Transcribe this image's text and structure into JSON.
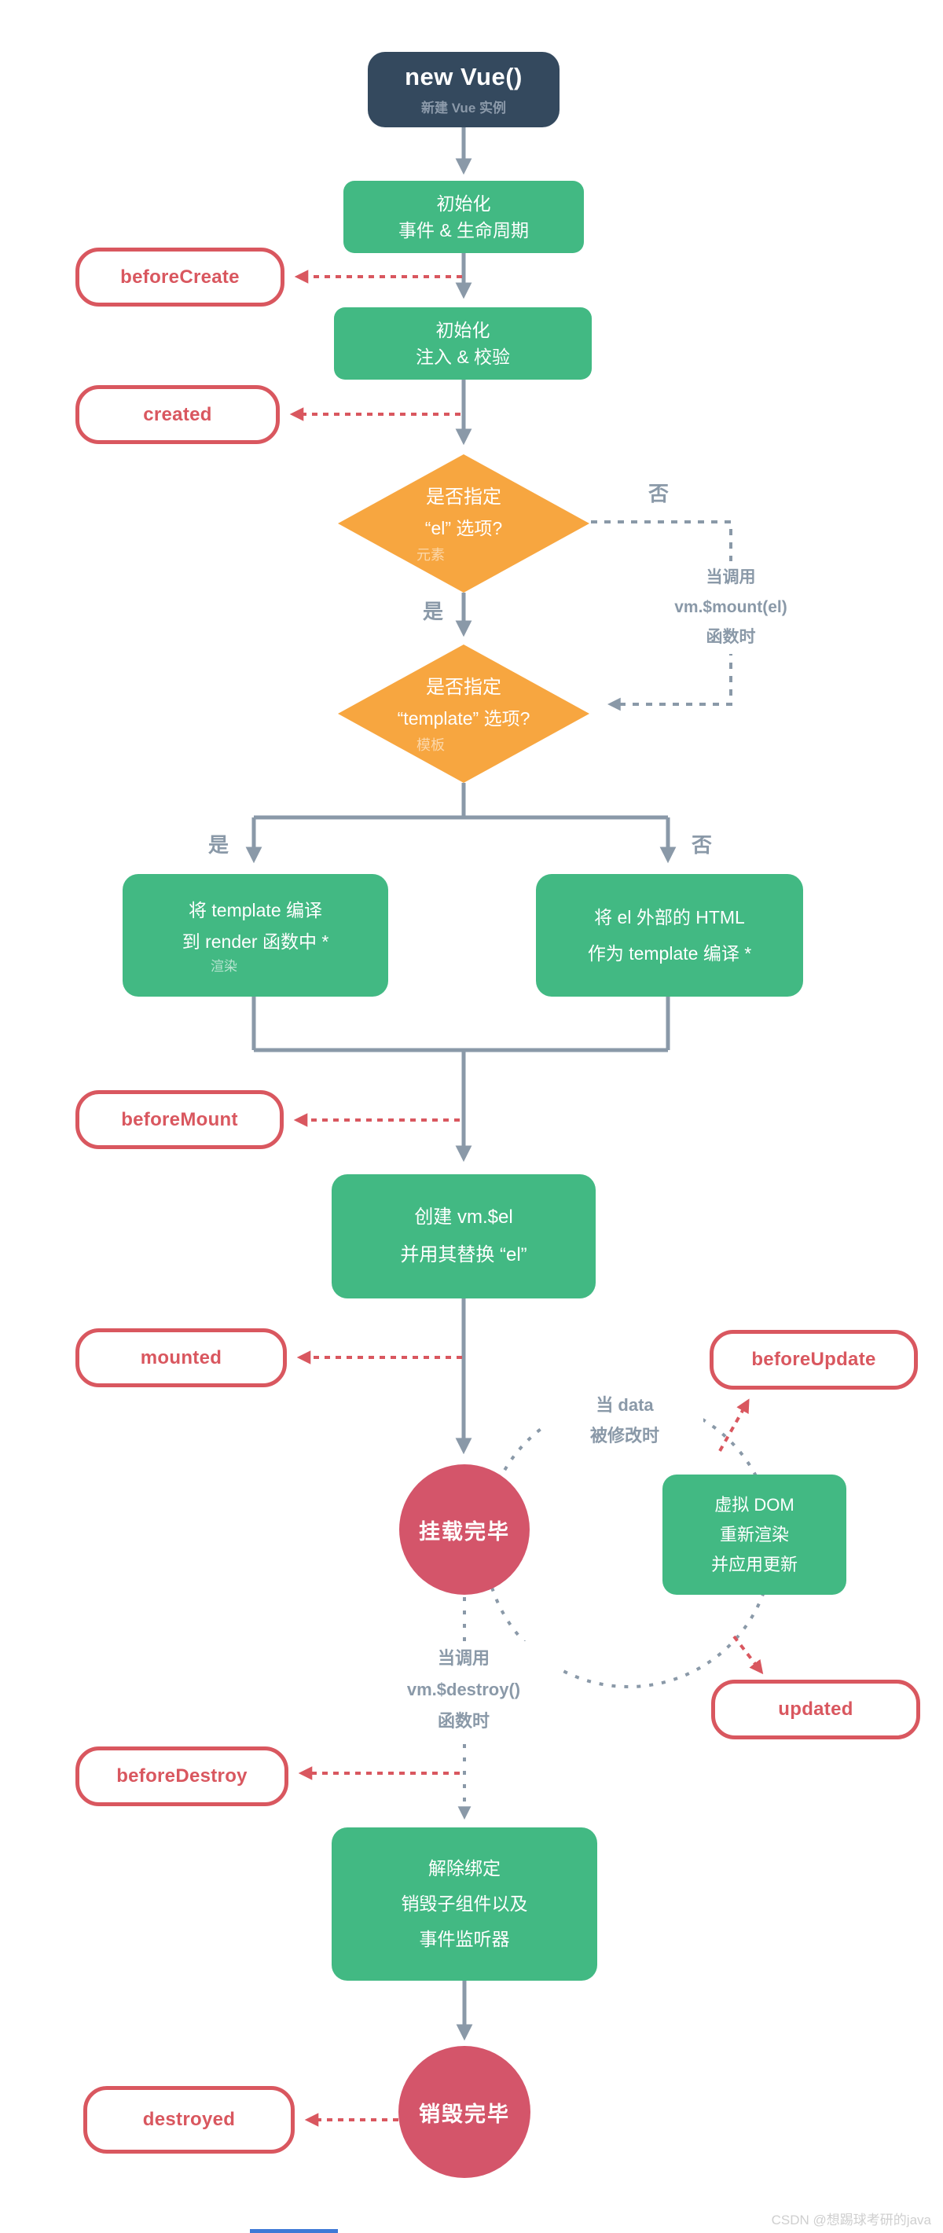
{
  "colors": {
    "navy": "#34495e",
    "green": "#42b983",
    "orange": "#f7a640",
    "red": "#d9575f",
    "circle_red": "#d4556a",
    "gray": "#8a99a8",
    "watermark_gray": "#cfcfcf",
    "underline_blue": "#3f7ad6"
  },
  "nodes": {
    "new_vue": {
      "title": "new Vue()",
      "subtitle": "新建 Vue 实例"
    },
    "init_events": {
      "line1": "初始化",
      "line2": "事件 & 生命周期"
    },
    "init_injections": {
      "line1": "初始化",
      "line2": "注入 & 校验"
    },
    "diamond_el": {
      "line1": "是否指定",
      "line2": "“el” 选项?",
      "subtitle": "元素"
    },
    "diamond_template": {
      "line1": "是否指定",
      "line2": "“template” 选项?",
      "subtitle": "模板"
    },
    "compile_template": {
      "line1": "将 template 编译",
      "line2": "到 render 函数中 *",
      "subtitle": "渲染"
    },
    "compile_el": {
      "line1": "将 el 外部的 HTML",
      "line2": "作为 template 编译 *"
    },
    "create_el": {
      "line1": "创建  vm.$el",
      "line2": "并用其替换 “el”"
    },
    "mounted_circle": {
      "label": "挂载完毕"
    },
    "virtual_dom": {
      "line1": "虚拟 DOM",
      "line2": "重新渲染",
      "line3": "并应用更新"
    },
    "teardown": {
      "line1": "解除绑定",
      "line2": "销毁子组件以及",
      "line3": "事件监听器"
    },
    "destroyed_circle": {
      "label": "销毁完毕"
    }
  },
  "hooks": {
    "beforeCreate": "beforeCreate",
    "created": "created",
    "beforeMount": "beforeMount",
    "mounted": "mounted",
    "beforeUpdate": "beforeUpdate",
    "updated": "updated",
    "beforeDestroy": "beforeDestroy",
    "destroyed": "destroyed"
  },
  "labels": {
    "yes1": "是",
    "no1": "否",
    "yes2": "是",
    "no2": "否",
    "mount_note": {
      "line1": "当调用",
      "line2": "vm.$mount(el)",
      "line3": "函数时"
    },
    "data_note": {
      "line1": "当 data",
      "line2": "被修改时"
    },
    "destroy_note": {
      "line1": "当调用",
      "line2": "vm.$destroy()",
      "line3": "函数时"
    }
  },
  "watermark": "CSDN @想踢球考研的java"
}
